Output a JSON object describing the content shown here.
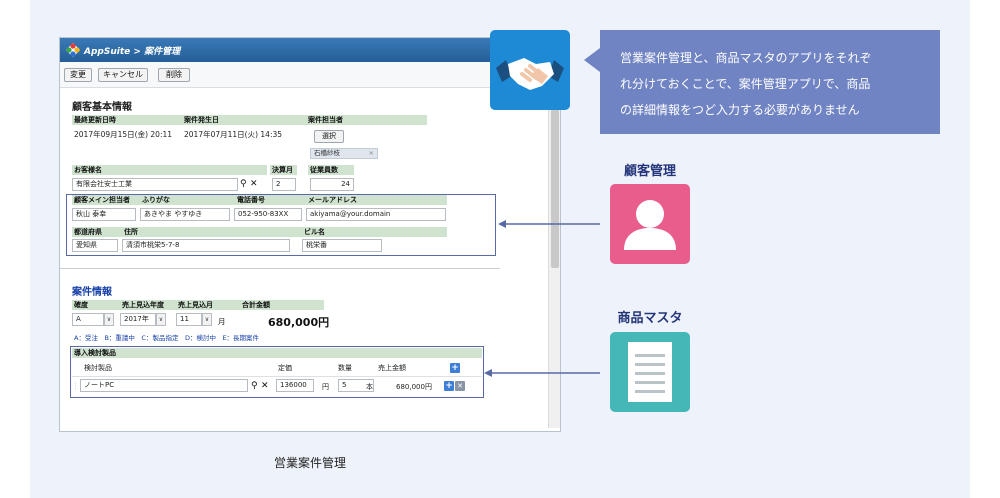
{
  "app": {
    "logo_text": "AppSuite",
    "breadcrumb_sep": ">",
    "breadcrumb_page": "案件管理"
  },
  "toolbar": {
    "edit_label": "変更",
    "cancel_label": "キャンセル",
    "delete_label": "削除"
  },
  "customer_section": {
    "title": "顧客基本情報",
    "updated_label": "最終更新日時",
    "updated_value": "2017年09月15日(金) 20:11",
    "created_label": "案件発生日",
    "created_value": "2017年07月11日(火) 14:35",
    "owner_label": "案件担当者",
    "select_label": "選択",
    "owner_tag": "石橋紗枝",
    "company_label": "お客様名",
    "company_value": "有限会社安士工業",
    "fiscal_label": "決算月",
    "fiscal_value": "2",
    "employees_label": "従業員数",
    "employees_value": "24",
    "contact_label": "顧客メイン担当者",
    "contact_value": "秋山 泰幸",
    "kana_label": "ふりがな",
    "kana_value": "あきやま やすゆき",
    "phone_label": "電話番号",
    "phone_value": "052-950-83XX",
    "email_label": "メールアドレス",
    "email_value": "akiyama@your.domain",
    "pref_label": "都道府県",
    "pref_value": "愛知県",
    "address_label": "住所",
    "address_value": "清須市桃栄5-7-8",
    "building_label": "ビル名",
    "building_value": "桃栄番"
  },
  "deal_section": {
    "title": "案件情報",
    "rank_label": "確度",
    "rank_value": "A",
    "year_label": "売上見込年度",
    "year_value": "2017年",
    "month_label": "売上見込月",
    "month_value": "11",
    "month_suffix": "月",
    "total_label": "合計金額",
    "total_value": "680,000円",
    "legend": "A：受注　B：重議中　C：製品指定　D：検討中　E：長期案件",
    "products_title": "導入検討製品",
    "col_product": "検討製品",
    "col_price": "定価",
    "col_qty": "数量",
    "col_amount": "売上金額",
    "row_product": "ノートPC",
    "row_price": "136000",
    "row_price_unit": "円",
    "row_qty": "5",
    "row_qty_unit": "本",
    "row_amount": "680,000円"
  },
  "caption": "営業案件管理",
  "callout": {
    "line1": "営業案件管理と、商品マスタのアプリをそれぞ",
    "line2": "れ分けておくことで、案件管理アプリで、商品",
    "line3": "の詳細情報をつど入力する必要がありません"
  },
  "labels": {
    "customer": "顧客管理",
    "product": "商品マスタ"
  },
  "icons": {
    "search": "search-icon",
    "clear": "close-icon",
    "add": "plus-icon",
    "remove": "close-icon"
  },
  "colors": {
    "panel_bg": "#eef2fa",
    "callout_bg": "#7083c3",
    "handshake_tile": "#1e8ad5",
    "customer_tile": "#e85d8c",
    "product_tile": "#46b7b7",
    "connector": "#5869a5",
    "table_header": "#cfe3cf"
  }
}
